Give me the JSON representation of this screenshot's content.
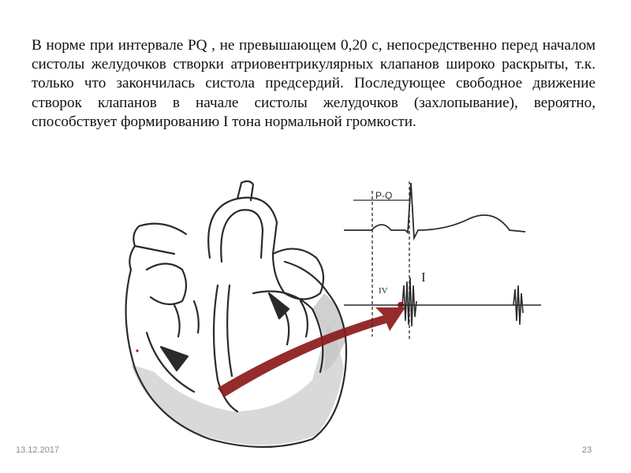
{
  "slide": {
    "paragraph": "В норме при интервале PQ , не превышающем 0,20 с, непосредственно перед началом систолы желудочков створки атриовентрикулярных клапанов широко раскрыты, т.к. только что закончилась систола предсердий. Последующее свободное движение створок клапанов в начале систолы желудочков (захлопывание), вероятно, способствует формированию  I тона нормальной громкости.",
    "footer_date": "13.12.2017",
    "page_number": "23"
  },
  "figure": {
    "ecg_interval_label": "P-Q",
    "pcg_wave_label": "IV",
    "heart_sound_label": "I",
    "colors": {
      "ink": "#2a2a2a",
      "arrow": "#8b1a1a",
      "shade": "#bdbdbd"
    }
  }
}
